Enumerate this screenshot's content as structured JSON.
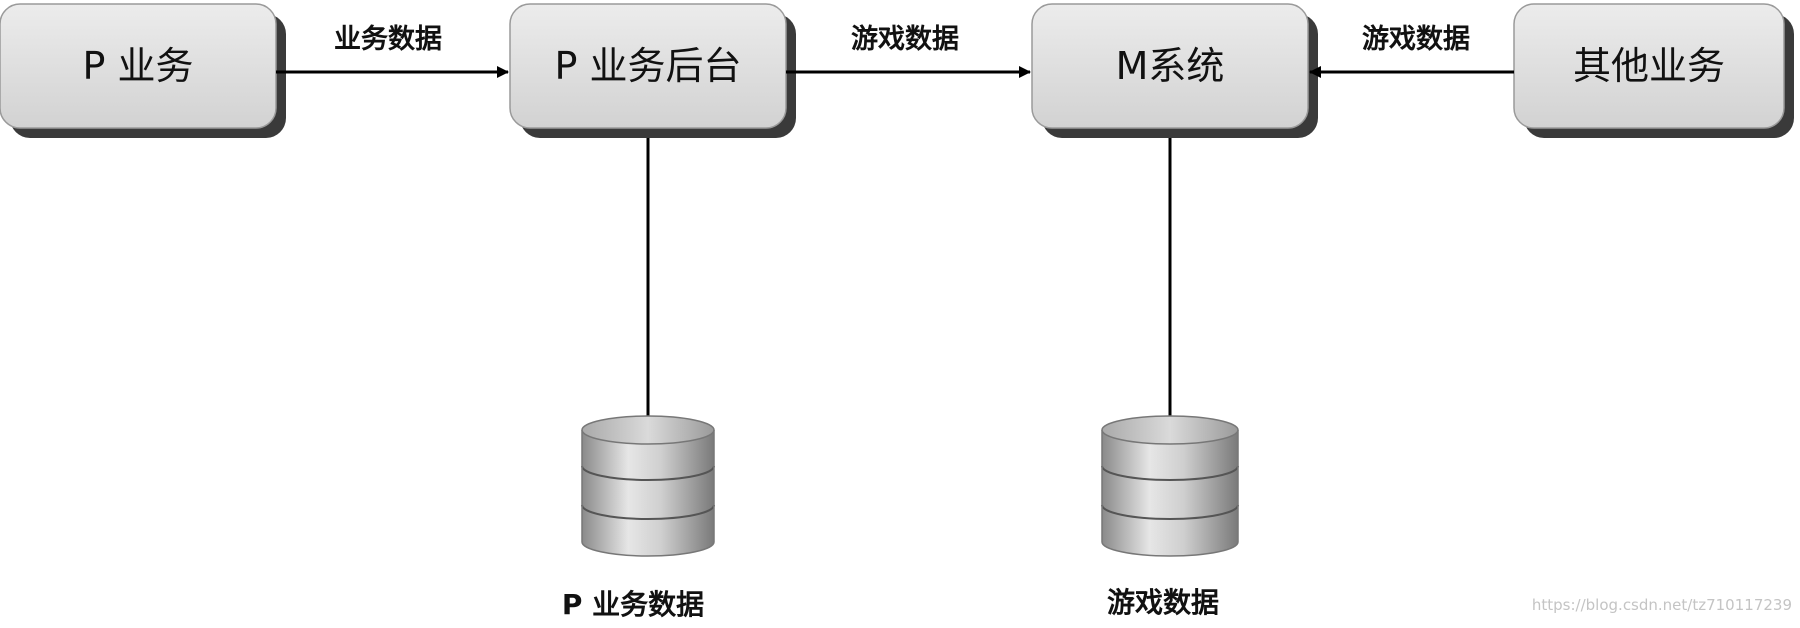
{
  "nodes": {
    "p_business": "P 业务",
    "p_backend": "P 业务后台",
    "m_system": "M系统",
    "other_business": "其他业务"
  },
  "edges": {
    "p_to_backend": "业务数据",
    "backend_to_m": "游戏数据",
    "other_to_m": "游戏数据"
  },
  "databases": {
    "p_data": "P 业务数据",
    "game_data": "游戏数据"
  },
  "watermark": "https://blog.csdn.net/tz710117239",
  "colors": {
    "box_fill": "#dedede",
    "box_shadow": "#3c3c3c",
    "line": "#000000"
  }
}
